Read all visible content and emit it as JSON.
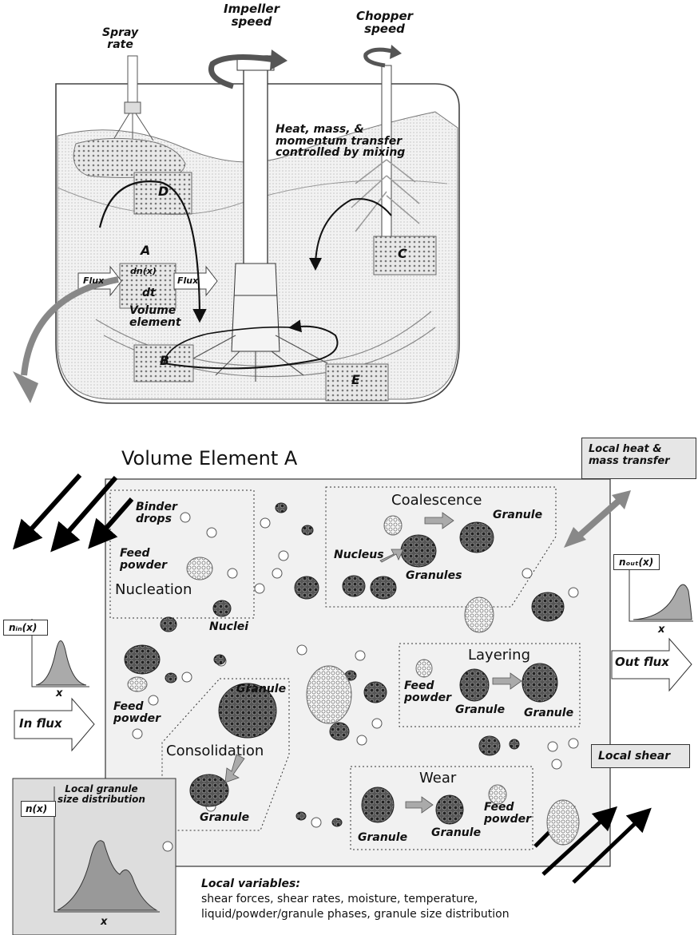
{
  "top": {
    "spray_rate": [
      "Spray",
      "rate"
    ],
    "impeller_speed": [
      "Impeller",
      "speed"
    ],
    "chopper_speed": [
      "Chopper",
      "speed"
    ],
    "heat_text": [
      "Heat, mass, &",
      "momentum transfer",
      "controlled by mixing"
    ],
    "zone_a": "A",
    "zone_b": "B",
    "zone_c": "C",
    "zone_d": "D",
    "zone_e": "E",
    "dn_x": "dn(x)",
    "dt": "dt",
    "flux_in": "Flux",
    "flux_out": "Flux",
    "volume_element": [
      "Volume",
      "element"
    ]
  },
  "bottom": {
    "title": "Volume Element A",
    "local_heat": [
      "Local heat &",
      "mass transfer"
    ],
    "binder_drops": [
      "Binder",
      "drops"
    ],
    "feed_powder_1": [
      "Feed",
      "powder"
    ],
    "nucleation": "Nucleation",
    "nuclei": "Nuclei",
    "coalescence": "Coalescence",
    "granule_coal": "Granule",
    "nucleus": "Nucleus",
    "granules": "Granules",
    "n_out": "nₒᵤₜ(x)",
    "x_out": "x",
    "out_flux": "Out flux",
    "n_in": "nᵢₙ(x)",
    "x_in": "x",
    "in_flux": "In flux",
    "feed_powder_2": [
      "Feed",
      "powder"
    ],
    "granule_cons_top": "Granule",
    "consolidation": "Consolidation",
    "granule_cons_bottom": "Granule",
    "layering": "Layering",
    "feed_powder_layer": [
      "Feed",
      "powder"
    ],
    "granule_layer_1": "Granule",
    "granule_layer_2": "Granule",
    "wear": "Wear",
    "granule_wear_1": "Granule",
    "granule_wear_2": "Granule",
    "feed_powder_wear": [
      "Feed",
      "powder"
    ],
    "local_shear": "Local shear",
    "local_gsd": [
      "Local granule",
      "size distribution"
    ],
    "n_x": "n(x)",
    "x_gsd": "x",
    "local_vars_title": "Local variables:",
    "local_vars": [
      "shear forces, shear rates, moisture, temperature,",
      "liquid/powder/granule phases, granule size distribution"
    ]
  }
}
